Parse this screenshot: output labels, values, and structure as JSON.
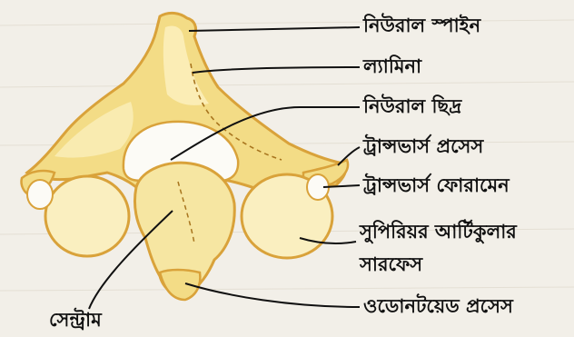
{
  "figure": {
    "labels": {
      "neural_spine": "নিউরাল স্পাইন",
      "lamina": "ল্যামিনা",
      "neural_canal": "নিউরাল ছিদ্র",
      "transverse_process": "ট্রান্সভার্স প্রসেস",
      "transverse_foramen": "ট্রান্সভার্স ফোরামেন",
      "superior_articular_line1": "সুপিরিয়র আর্টিকুলার",
      "superior_articular_line2": "সারফেস",
      "odontoid_process": "ওডোনটয়েড প্রসেস",
      "centrum": "সেন্ট্রাম"
    },
    "colors": {
      "bone_fill": "#f3dc86",
      "bone_light": "#fbf0bd",
      "bone_outline": "#d9a23a",
      "pointer_line": "#111111",
      "background": "#f2efe8"
    }
  }
}
